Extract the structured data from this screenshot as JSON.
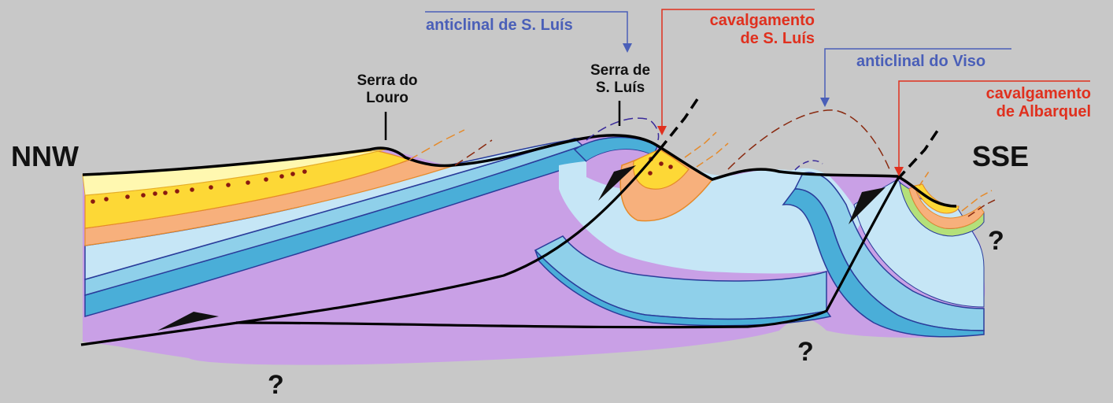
{
  "labels": {
    "nnw": "NNW",
    "sse": "SSE",
    "serra_do_louro": [
      "Serra do",
      "Louro"
    ],
    "serra_de_sao_luis": [
      "Serra de",
      "S. Luís"
    ],
    "anticlinal_sao_luis": "anticlinal de S. Luís",
    "cavalgamento_sao_luis": [
      "cavalgamento",
      "de S. Luís"
    ],
    "anticlinal_viso": "anticlinal do Viso",
    "cavalgamento_albarquel": [
      "cavalgamento",
      "de Albarquel"
    ],
    "unknown": "?"
  },
  "colors": {
    "background": "#c8c8c8",
    "purple_layer": "#c9a0e6",
    "dark_blue_layer": "#4aaed8",
    "light_blue_layer": "#8fd0ea",
    "pale_blue_layer": "#c6e6f6",
    "orange_layer": "#f7b07c",
    "yellow_layer": "#fdd836",
    "pale_yellow_layer": "#fff8b0",
    "green_layer": "#b4e07a",
    "blue_annotation": "#4a5fb8",
    "red_annotation": "#e0301e",
    "eroded_trace": "#8a2a10"
  }
}
